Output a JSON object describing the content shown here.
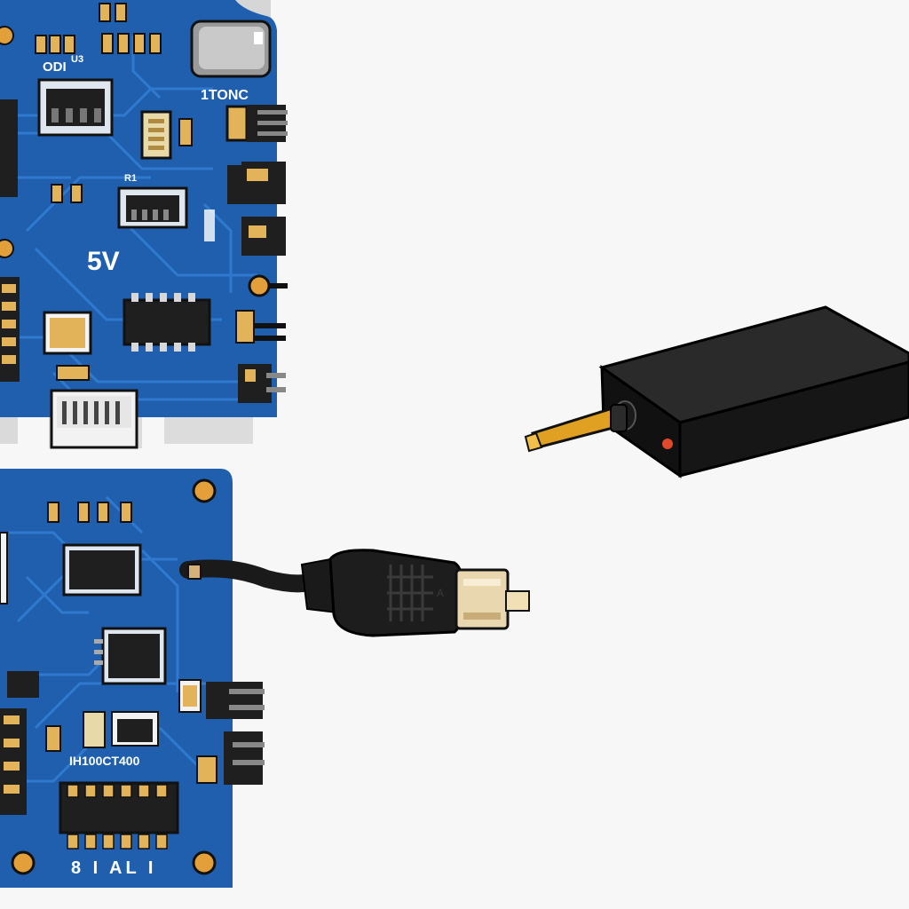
{
  "colors": {
    "background": "#f7f7f7",
    "pcb": "#1f5fae",
    "pcb_dark": "#174d8f",
    "trace": "#2f79cf",
    "chip": "#1f1f1f",
    "pad": "#e3b35a",
    "copper_pin": "#d4b27a",
    "cable": "#1a1a1a",
    "module_body": "#141414",
    "module_led": "#e04a2a"
  },
  "board_top": {
    "label_voltage": "5V",
    "label_chip": "1TONC",
    "label_code": "ODI",
    "label_small_a": "U3",
    "label_small_b": "R1"
  },
  "board_bottom": {
    "label_part": "IH100CT400",
    "label_bottom": "8 I AL I"
  },
  "cable": {
    "label_plug": "A"
  },
  "module": {
    "icon": "box-module-icon"
  }
}
